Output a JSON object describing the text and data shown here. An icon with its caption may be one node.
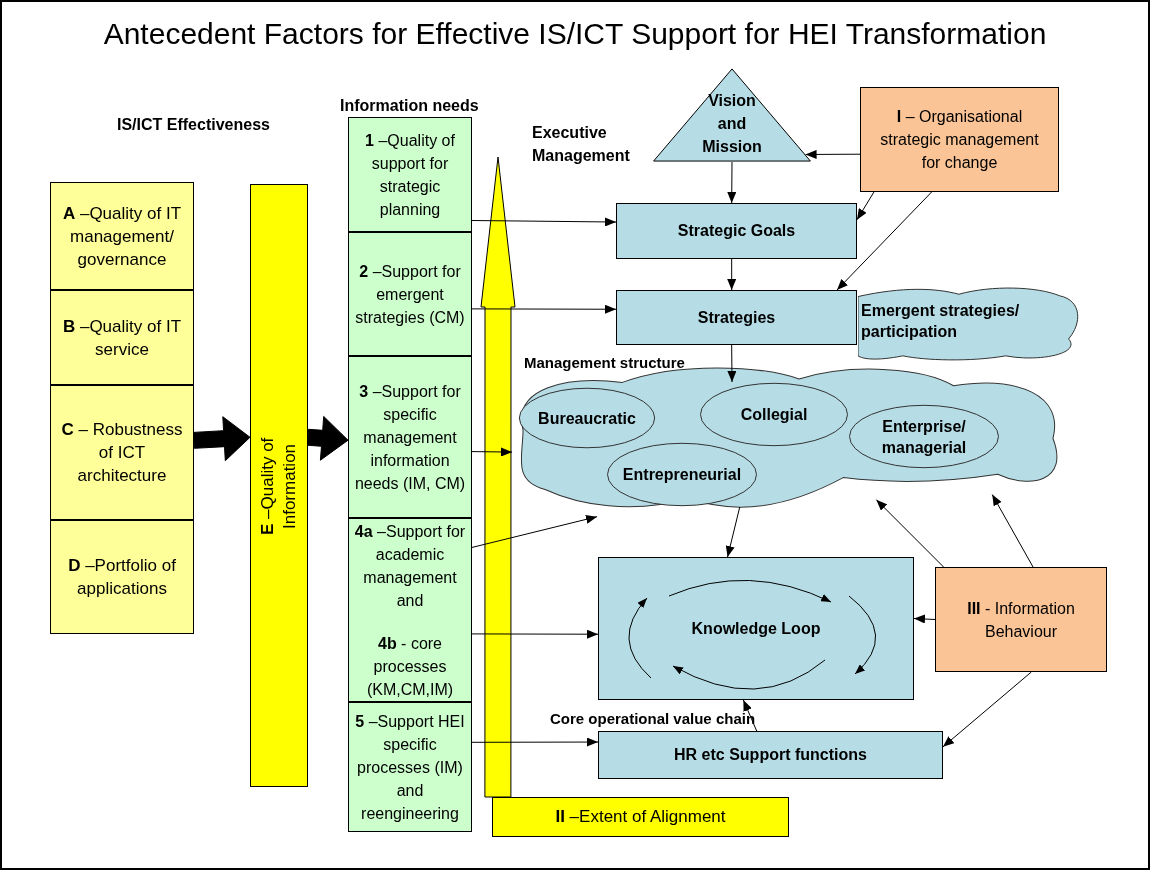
{
  "diagram": {
    "title": "Antecedent Factors for Effective IS/ICT Support  for HEI Transformation",
    "nodes": [
      {
        "text": [
          "**A** –Quality of IT management/ governance"
        ]
      },
      {
        "text": [
          "**B** –Quality of IT service"
        ]
      },
      {
        "text": [
          "**C** – Robustness of ICT architecture"
        ]
      },
      {
        "text": [
          "**D** –Portfolio of applications"
        ]
      },
      {
        "text": [
          "**E** –Quality of Information"
        ]
      },
      {
        "text": [
          "**1** –Quality of support for strategic planning"
        ]
      },
      {
        "text": [
          "**2** –Support for emergent strategies (CM)"
        ]
      },
      {
        "text": [
          "**3** –Support for specific management information needs (IM, CM)"
        ]
      },
      {
        "text": [
          "**4a** –Support for academic management and",
          "**4b** - core processes (KM,CM,IM)"
        ]
      },
      {
        "text": [
          "**5** –Support HEI specific processes (IM) and reengineering"
        ]
      },
      {
        "text": [
          "Vision and Mission"
        ]
      },
      {
        "text": [
          "**I** – Organisational strategic management for change"
        ]
      },
      {
        "text": [
          "Strategic Goals"
        ]
      },
      {
        "text": [
          "Strategies"
        ]
      },
      {
        "text": [
          "Emergent strategies/ participation"
        ]
      },
      {
        "text": [],
        "shape": "cloud"
      },
      {
        "text": [
          "Bureaucratic"
        ],
        "in": 15
      },
      {
        "text": [
          "Collegial"
        ],
        "in": 15
      },
      {
        "text": [
          "Enterprise/ managerial"
        ],
        "in": 15
      },
      {
        "text": [
          "Entrepreneurial"
        ],
        "in": 15
      },
      {
        "text": [
          "Knowledge Loop"
        ]
      },
      {
        "text": [
          "HR etc Support functions"
        ]
      },
      {
        "text": [
          "**III** - Information Behaviour"
        ]
      },
      {
        "text": [
          "**II** –Extent of Alignment"
        ]
      }
    ],
    "edges": [
      {
        "from": 10,
        "to": 12,
        "arrow": "to"
      },
      {
        "from": 11,
        "to": 10,
        "arrow": "to"
      },
      {
        "from": 11,
        "to": 12,
        "arrow": "to"
      },
      {
        "from": 11,
        "to": 13,
        "arrow": "to"
      },
      {
        "from": 12,
        "to": 13,
        "arrow": "to"
      },
      {
        "from": 5,
        "to": 12,
        "arrow": "to"
      },
      {
        "from": 6,
        "to": 13,
        "arrow": "to"
      },
      {
        "from": 13,
        "to": 17,
        "arrow": "to"
      },
      {
        "from": 7,
        "to": 15,
        "arrow": "to"
      },
      {
        "from": 8,
        "to": 15,
        "arrow": "to"
      },
      {
        "from": 8,
        "to": 20,
        "arrow": "to"
      },
      {
        "from": 9,
        "to": 21,
        "arrow": "to"
      },
      {
        "from": 19,
        "to": 20,
        "arrow": "to"
      },
      {
        "from": 21,
        "to": 20,
        "arrow": "to"
      },
      {
        "from": 22,
        "to": 20,
        "arrow": "to"
      },
      {
        "from": 22,
        "to": 15,
        "arrow": "to"
      },
      {
        "from": 22,
        "to": 15,
        "arrow": "to"
      },
      {
        "from": 22,
        "to": 21,
        "arrow": "to"
      },
      {
        "from": 2,
        "to": 4,
        "arrow": "to",
        "style": "thick"
      },
      {
        "from": 4,
        "to": 7,
        "arrow": "to",
        "style": "thick"
      },
      {
        "from": 23,
        "to": null,
        "arrow": "to",
        "style": "thick",
        "color": "#ffff00"
      }
    ],
    "labels": [
      "IS/ICT Effectiveness",
      "Information needs",
      "Executive Management",
      "Management structure",
      "Core operational value chain"
    ]
  }
}
